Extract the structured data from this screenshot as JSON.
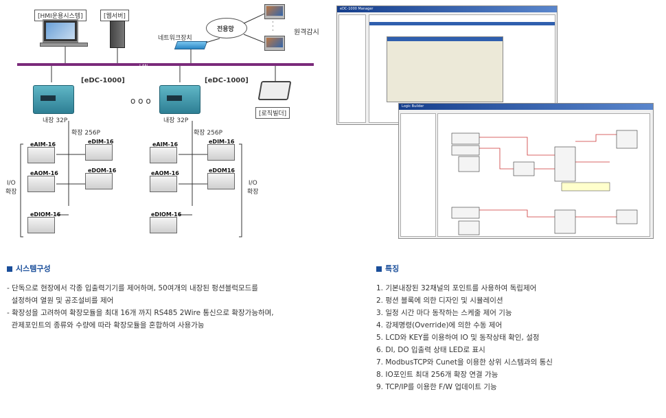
{
  "diagram": {
    "hmi_label": "[HMI운용시스템]",
    "web_label": "[웹서버]",
    "network_label": "네트워크장치",
    "dedicated_label": "전용망",
    "remote_label": "원격감시",
    "lan_label": "LAN",
    "edc_left": "[eDC-1000]",
    "edc_right": "[eDC-1000]",
    "logic_label": "[로직빌더]",
    "internal_left": "내장 32P",
    "internal_right": "내장 32P",
    "expand_left": "확장 256P",
    "expand_right": "확장 256P",
    "io_left": "I/O\n확장",
    "io_right": "I/O\n확장",
    "mods": {
      "a1": "eAIM-16",
      "a2": "eDIM-16",
      "a3": "eAOM-16",
      "a4": "eDOM-16",
      "a5": "eDIOM-16",
      "b1": "eAIM-16",
      "b2": "eDIM-16",
      "b3": "eAOM-16",
      "b4": "eDOM16",
      "b5": "eDIOM-16"
    }
  },
  "screens": {
    "main_title": "eDC-1000 Manager",
    "logic_title": "Logic Builder"
  },
  "system": {
    "title": "시스템구성",
    "lines": [
      "- 단독으로 현장에서 각종 입출력기기를 제어하며, 50여개의 내장된 펑션블럭모드를",
      "  설정하여 열원 및 공조설비를 제어",
      "- 확장성을 고려하여 확장모듈을 최대 16개 까지 RS485 2Wire 통신으로 확장가능하며,",
      "  관제포인트의 종류와 수량에 따라 확장모듈을 혼합하여 사용가능"
    ]
  },
  "features": {
    "title": "특징",
    "items": [
      "1. 기본내장된 32채널의 포인트를 사용하여 독립제어",
      "2. 펑션 블록에 의한 디자인 및 시뮬레이션",
      "3. 일정 시간 마다 동작하는 스케줄 제어 기능",
      "4. 강제명령(Override)에 의한 수동 제어",
      "5. LCD와 KEY를 이용하여 IO 및 동작상태 확인, 설정",
      "6. DI, DO 입출력 상태 LED로 표시",
      "7. ModbusTCP와 Cunet을 이용한 상위 시스템과의 통신",
      "8. IO포인트 최대 256개 확장 연결 가능",
      "9. TCP/IP를 이용한 F/W 업데이트 기능"
    ]
  }
}
